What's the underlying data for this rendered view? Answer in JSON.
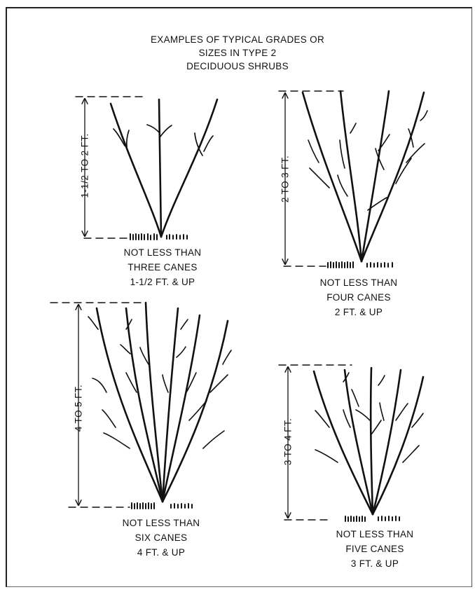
{
  "title": {
    "line1": "EXAMPLES OF TYPICAL GRADES OR",
    "line2": "SIZES IN TYPE 2",
    "line3": "DECIDUOUS SHRUBS"
  },
  "shrubs": [
    {
      "height_label": "1-1/2 TO 2 FT.",
      "caption_line1": "NOT LESS THAN",
      "caption_line2": "THREE CANES",
      "caption_line3": "1-1/2 FT. & UP"
    },
    {
      "height_label": "2 TO 3 FT.",
      "caption_line1": "NOT LESS THAN",
      "caption_line2": "FOUR CANES",
      "caption_line3": "2 FT. & UP"
    },
    {
      "height_label": "4 TO 5 FT.",
      "caption_line1": "NOT LESS THAN",
      "caption_line2": "SIX CANES",
      "caption_line3": "4 FT. & UP"
    },
    {
      "height_label": "3 TO 4 FT.",
      "caption_line1": "NOT LESS THAN",
      "caption_line2": "FIVE CANES",
      "caption_line3": "3 FT. & UP"
    }
  ]
}
